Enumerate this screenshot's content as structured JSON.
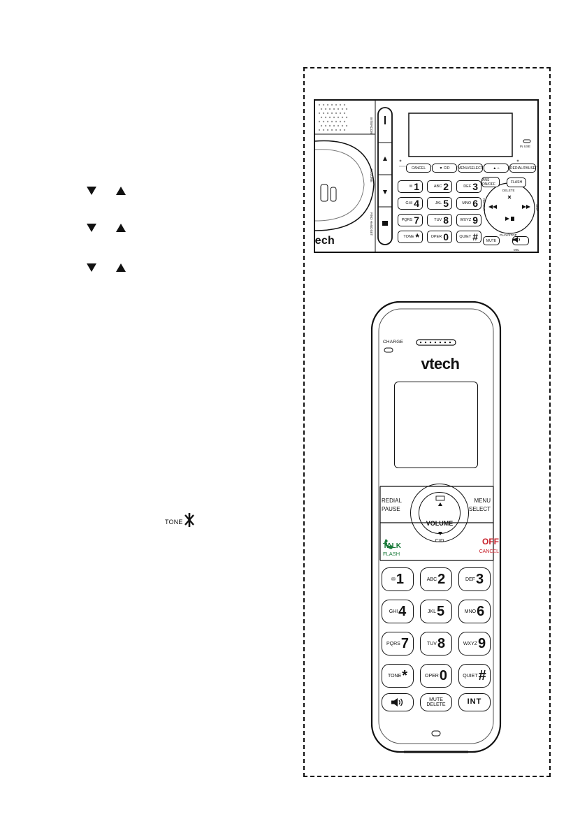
{
  "arrows": [
    {
      "down": "down-arrow-icon",
      "up": "up-arrow-icon"
    },
    {
      "down": "down-arrow-icon",
      "up": "up-arrow-icon"
    },
    {
      "down": "down-arrow-icon",
      "up": "up-arrow-icon"
    }
  ],
  "inline_key": {
    "label": "TONE",
    "symbol": "*"
  },
  "base": {
    "brand": "tech",
    "side_labels": {
      "intercom": "INTERCOM",
      "volume": "VOLUME",
      "find_handset": "FIND HANDSET"
    },
    "in_use": "IN USE",
    "fn_row": [
      "CANCEL",
      "▼ CID",
      "MENU/SELECT",
      "▲ ⌂",
      "REDIAL/PAUSE"
    ],
    "ans_on_off": "ANS ON/OFF",
    "flash": "FLASH",
    "delete": "DELETE",
    "repeat": "REPEAT",
    "skip": "SKIP",
    "play_stop": "PLAY/STOP",
    "mute": "MUTE",
    "mic": "MIC",
    "keys": [
      {
        "sub": "✉",
        "num": "1"
      },
      {
        "sub": "ABC",
        "num": "2"
      },
      {
        "sub": "DEF",
        "num": "3"
      },
      {
        "sub": "GHI",
        "num": "4"
      },
      {
        "sub": "JKL",
        "num": "5"
      },
      {
        "sub": "MNO",
        "num": "6"
      },
      {
        "sub": "PQRS",
        "num": "7"
      },
      {
        "sub": "TUV",
        "num": "8"
      },
      {
        "sub": "WXYZ",
        "num": "9"
      },
      {
        "sub": "TONE",
        "num": "*"
      },
      {
        "sub": "OPER",
        "num": "0"
      },
      {
        "sub": "QUIET",
        "num": "#"
      }
    ]
  },
  "handset": {
    "charge": "CHARGE",
    "brand": "vtech",
    "redial": "REDIAL",
    "pause": "PAUSE",
    "menu": "MENU",
    "select": "SELECT",
    "volume": "VOLUME",
    "cid": "CID",
    "talk": "TALK",
    "flash": "FLASH",
    "off": "OFF",
    "cancel": "CANCEL",
    "keys": [
      {
        "sub": "✉",
        "num": "1"
      },
      {
        "sub": "ABC",
        "num": "2"
      },
      {
        "sub": "DEF",
        "num": "3"
      },
      {
        "sub": "GHI",
        "num": "4"
      },
      {
        "sub": "JKL",
        "num": "5"
      },
      {
        "sub": "MNO",
        "num": "6"
      },
      {
        "sub": "PQRS",
        "num": "7"
      },
      {
        "sub": "TUV",
        "num": "8"
      },
      {
        "sub": "WXYZ",
        "num": "9"
      },
      {
        "sub": "TONE",
        "num": "*"
      },
      {
        "sub": "OPER",
        "num": "0"
      },
      {
        "sub": "QUIET",
        "num": "#"
      }
    ],
    "bottom": {
      "speaker": "speaker-icon",
      "mute": "MUTE",
      "delete": "DELETE",
      "int": "INT"
    }
  }
}
